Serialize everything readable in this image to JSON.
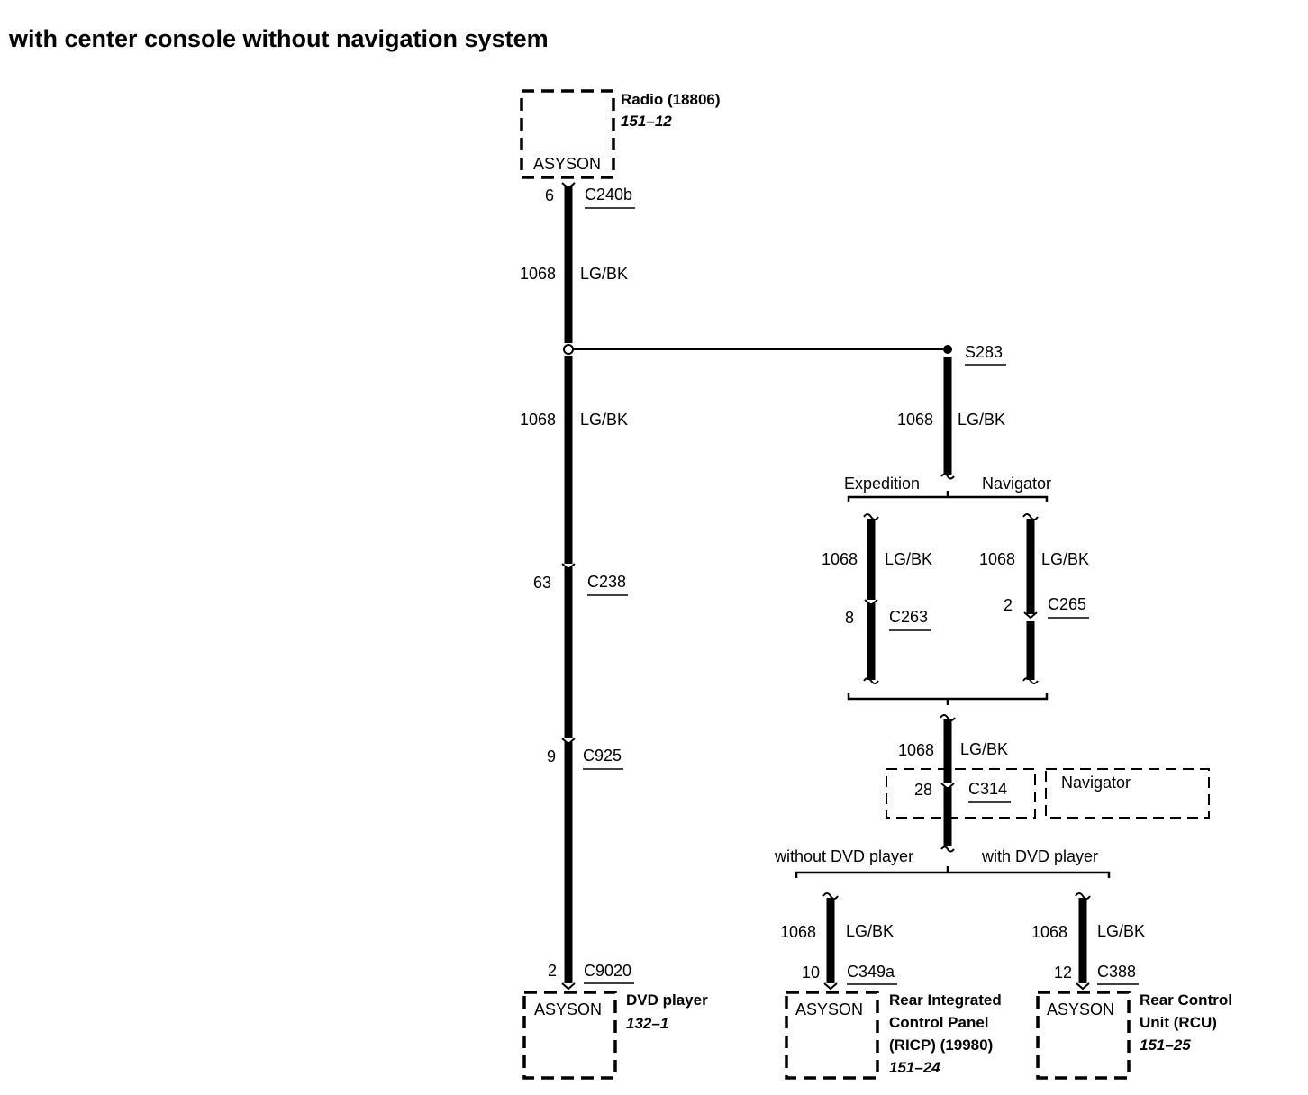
{
  "title": "with center console without navigation system",
  "radio": {
    "name": "Radio (18806)",
    "ref": "151–12",
    "tag": "ASYSON",
    "pin": "6",
    "connector": "C240b"
  },
  "circuit": {
    "number": "1068",
    "color": "LG/BK"
  },
  "splice": "S283",
  "left_branch": {
    "c238_pin": "63",
    "c238": "C238",
    "c925_pin": "9",
    "c925": "C925",
    "dvd_pin": "2",
    "dvd_connector": "C9020",
    "dvd_tag": "ASYSON",
    "dvd_name": "DVD player",
    "dvd_ref": "132–1"
  },
  "split1": {
    "left_label": "Expedition",
    "right_label": "Navigator",
    "left_pin": "8",
    "left_connector": "C263",
    "right_pin": "2",
    "right_connector": "C265"
  },
  "c314": {
    "pin": "28",
    "connector": "C314",
    "note": "Navigator"
  },
  "split2": {
    "left_label": "without DVD player",
    "right_label": "with DVD player"
  },
  "ricp": {
    "pin": "10",
    "connector": "C349a",
    "tag": "ASYSON",
    "name_lines": [
      "Rear Integrated",
      "Control Panel",
      "(RICP) (19980)"
    ],
    "ref": "151–24"
  },
  "rcu": {
    "pin": "12",
    "connector": "C388",
    "tag": "ASYSON",
    "name_lines": [
      "Rear Control",
      "Unit (RCU)"
    ],
    "ref": "151–25"
  }
}
